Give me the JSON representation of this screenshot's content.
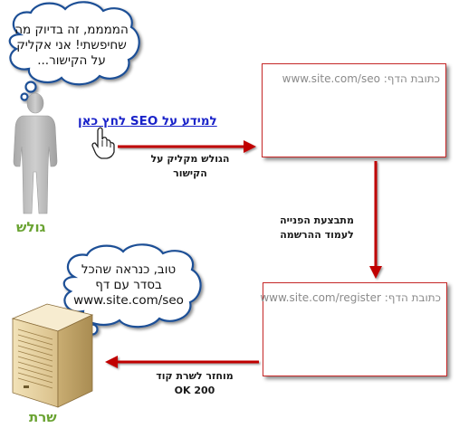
{
  "visitor_bubble": {
    "line1": "הממממ, זה בדיוק מה",
    "line2": "שחיפשתי! אני אקליק",
    "line3": "על הקישור..."
  },
  "visitor_label": "גולש",
  "link_text": "למידע על SEO לחץ כאן",
  "first_page": {
    "label": "כתובת הדף: www.site.com/seo"
  },
  "click_caption": {
    "line1": "הגולש מקליק על",
    "line2": "הקישור"
  },
  "redirect_caption": {
    "line1": "מתבצעת הפנייה",
    "line2": "לעמוד ההרשמה"
  },
  "second_page": {
    "label": "כתובת הדף: www.site.com/register"
  },
  "server_bubble": {
    "line1": "טוב, כנראה שהכל",
    "line2": "בסדר עם דף",
    "line3": "www.site.com/seo"
  },
  "server_caption": {
    "line1": "מוחזר לשרת קוד",
    "line2": "OK 200"
  },
  "server_label": "שרת",
  "colors": {
    "arrow": "#c00000",
    "label_green": "#6aa332",
    "link_blue": "#1a23c9"
  }
}
